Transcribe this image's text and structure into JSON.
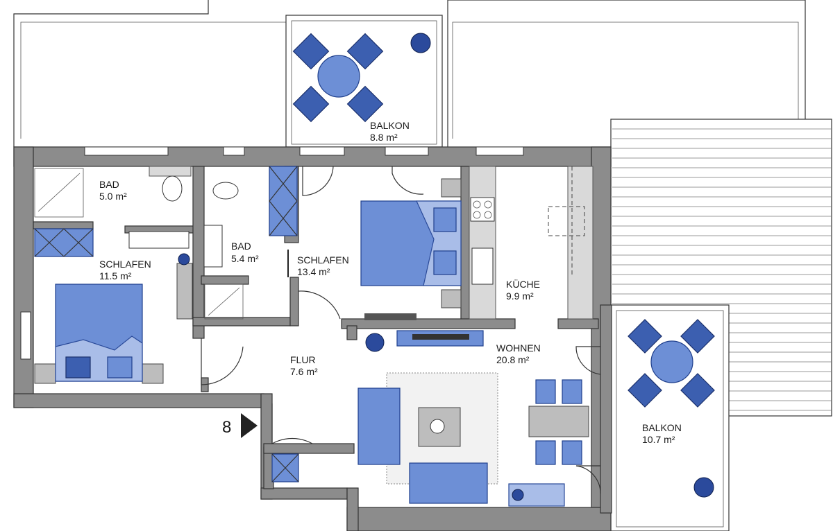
{
  "unit": {
    "number": "8"
  },
  "rooms": [
    {
      "id": "balkon-top",
      "name": "BALKON",
      "area": "8.8 m²"
    },
    {
      "id": "bad-1",
      "name": "BAD",
      "area": "5.0 m²"
    },
    {
      "id": "bad-2",
      "name": "BAD",
      "area": "5.4 m²"
    },
    {
      "id": "schlafen-1",
      "name": "SCHLAFEN",
      "area": "11.5 m²"
    },
    {
      "id": "schlafen-2",
      "name": "SCHLAFEN",
      "area": "13.4 m²"
    },
    {
      "id": "kueche",
      "name": "KÜCHE",
      "area": "9.9 m²"
    },
    {
      "id": "flur",
      "name": "FLUR",
      "area": "7.6 m²"
    },
    {
      "id": "wohnen",
      "name": "WOHNEN",
      "area": "20.8 m²"
    },
    {
      "id": "balkon-right",
      "name": "BALKON",
      "area": "10.7 m²"
    }
  ],
  "colors": {
    "furniture": "#6d8fd6",
    "furniture_dark": "#3c5fb0",
    "wall": "#8c8c8c"
  },
  "icons": [
    "entrance-arrow-icon",
    "plant-icon",
    "stove-icon",
    "sink-icon",
    "toilet-icon"
  ]
}
